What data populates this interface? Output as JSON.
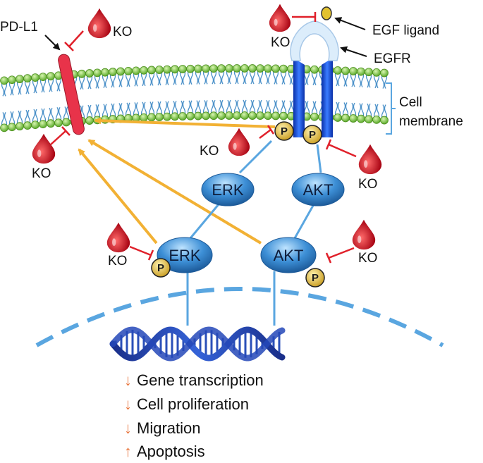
{
  "labels": {
    "pdl1": "PD-L1",
    "egf_ligand": "EGF ligand",
    "egfr": "EGFR",
    "cell_membrane_line1": "Cell",
    "cell_membrane_line2": "membrane",
    "ko": "KO",
    "phospho": "P"
  },
  "nodes": {
    "erk_upper": "ERK",
    "akt_upper": "AKT",
    "erk_lower": "ERK",
    "akt_lower": "AKT"
  },
  "effects": [
    {
      "direction": "down",
      "symbol": "↓",
      "text": "Gene transcription",
      "color": "#e8743b"
    },
    {
      "direction": "down",
      "symbol": "↓",
      "text": "Cell proliferation",
      "color": "#e8743b"
    },
    {
      "direction": "down",
      "symbol": "↓",
      "text": "Migration",
      "color": "#e8743b"
    },
    {
      "direction": "up",
      "symbol": "↑",
      "text": "Apoptosis",
      "color": "#e8743b"
    }
  ],
  "colors": {
    "membrane_head": "#7ac943",
    "membrane_tail": "#4a90c8",
    "pdl1": "#e8334a",
    "egfr": "#1f4fd8",
    "kinase": "#3d8fd6",
    "phospho": "#d8b43a",
    "ko_drop": "#c8101e",
    "inhibit": "#e0202a",
    "activation_arrow": "#f2b134",
    "connector": "#5aa6e0",
    "effect_arrow": "#e8743b"
  },
  "icons": {
    "ko": "blood-drop-icon",
    "inhibition": "t-bar-inhibition-icon",
    "dna": "dna-helix-icon"
  }
}
